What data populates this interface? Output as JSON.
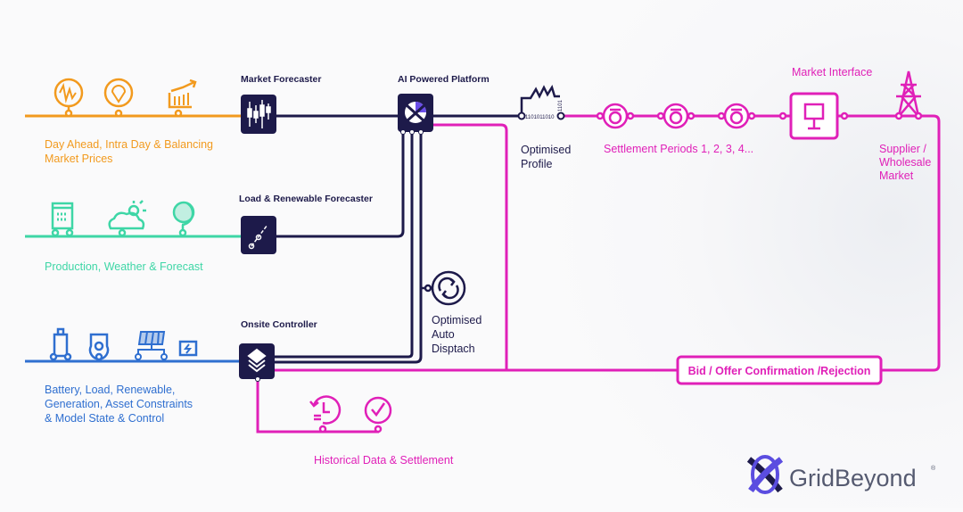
{
  "colors": {
    "market": "#f29a1e",
    "production": "#3ed6a6",
    "assets": "#2f6fd0",
    "platform": "#1d1a4a",
    "market_side": "#e020b8",
    "logo": "#5b4de0"
  },
  "inputs": {
    "market": {
      "label_line1": "Day Ahead, Intra Day & Balancing",
      "label_line2": "Market Prices",
      "icons": [
        "price-fluctuation-icon",
        "location-pin-icon",
        "trend-chart-icon"
      ]
    },
    "production": {
      "label": "Production, Weather & Forecast",
      "icons": [
        "calendar-icon",
        "weather-icon",
        "globe-icon"
      ]
    },
    "assets": {
      "label_line1": "Battery, Load, Renewable,",
      "label_line2": "Generation, Asset Constraints",
      "label_line3": "& Model State & Control",
      "icons": [
        "battery-icon",
        "generator-icon",
        "solar-panel-icon",
        "ev-charger-icon"
      ]
    }
  },
  "nodes": {
    "market_forecaster": "Market Forecaster",
    "load_forecaster": "Load & Renewable Forecaster",
    "ai_platform": "AI Powered Platform",
    "onsite_controller": "Onsite Controller",
    "market_interface": "Market Interface"
  },
  "optimised_profile": {
    "line1": "Optimised",
    "line2": "Profile",
    "binary": "1101011010",
    "binary_vertical": "1101"
  },
  "settlement": {
    "label": "Settlement Periods 1, 2, 3, 4..."
  },
  "supplier": {
    "line1": "Supplier /",
    "line2": "Wholesale",
    "line3": "Market"
  },
  "dispatch": {
    "line1": "Optimised",
    "line2": "Auto",
    "line3": "Disptach"
  },
  "bid_offer": "Bid / Offer Confirmation /Rejection",
  "historical": "Historical Data & Settlement",
  "logo": {
    "text": "GridBeyond",
    "mark": "®"
  }
}
